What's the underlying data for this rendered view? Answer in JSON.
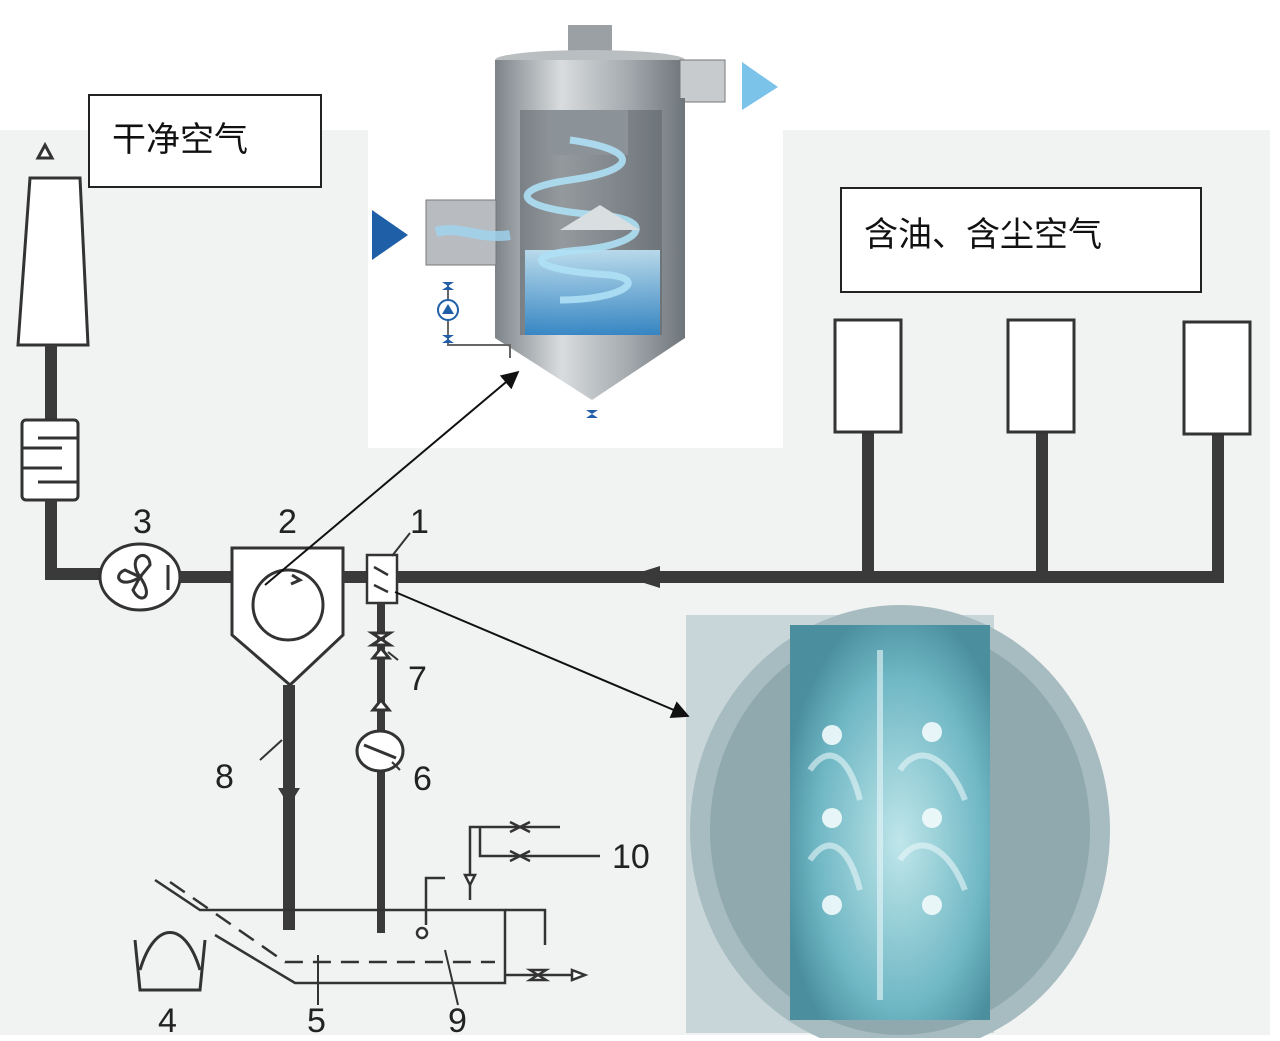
{
  "labels": {
    "clean_air": "干净空气",
    "oily_dusty_air": "含油、含尘空气"
  },
  "component_numbers": {
    "n1": "1",
    "n2": "2",
    "n3": "3",
    "n4": "4",
    "n5": "5",
    "n6": "6",
    "n7": "7",
    "n8": "8",
    "n9": "9",
    "n10": "10"
  },
  "colors": {
    "pipe": "#3a3a3a",
    "arrow_blue": "#1f5fa8",
    "arrow_light_blue": "#7cc3ea",
    "vessel_gray": "#9ea4a8",
    "photo_teal": "#7fc4cf"
  }
}
